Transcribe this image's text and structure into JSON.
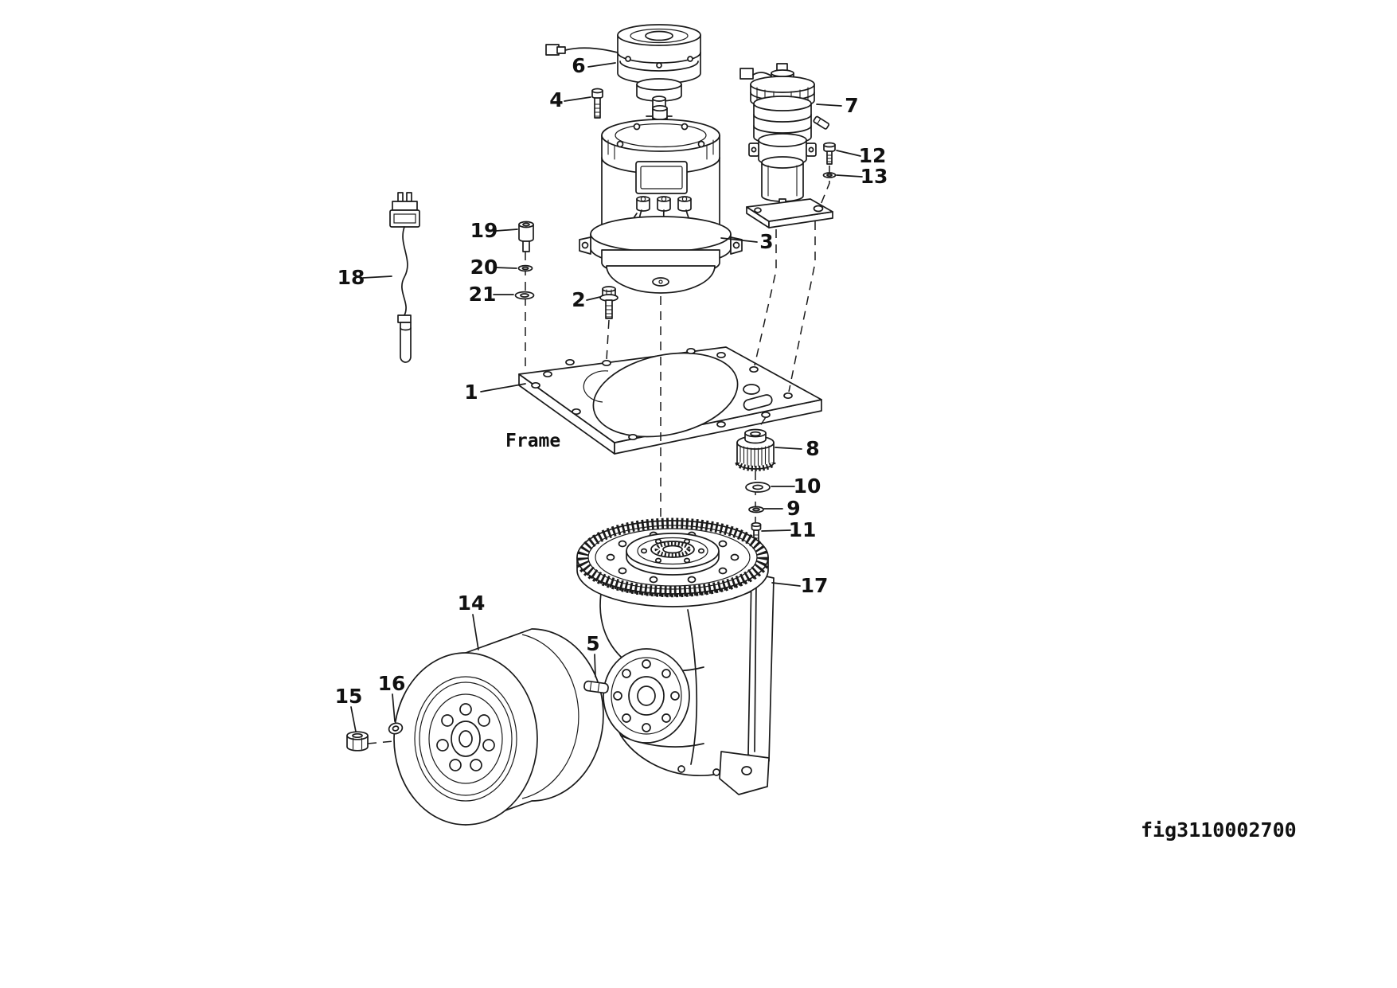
{
  "page": {
    "background": "#ffffff",
    "line_color": "#1a1a1a",
    "text_color": "#111111"
  },
  "labels": {
    "frame": "Frame",
    "figure_id": "fig3110002700"
  },
  "callouts": [
    "1",
    "2",
    "3",
    "4",
    "5",
    "6",
    "7",
    "8",
    "9",
    "10",
    "11",
    "12",
    "13",
    "14",
    "15",
    "16",
    "17",
    "18",
    "19",
    "20",
    "21"
  ]
}
